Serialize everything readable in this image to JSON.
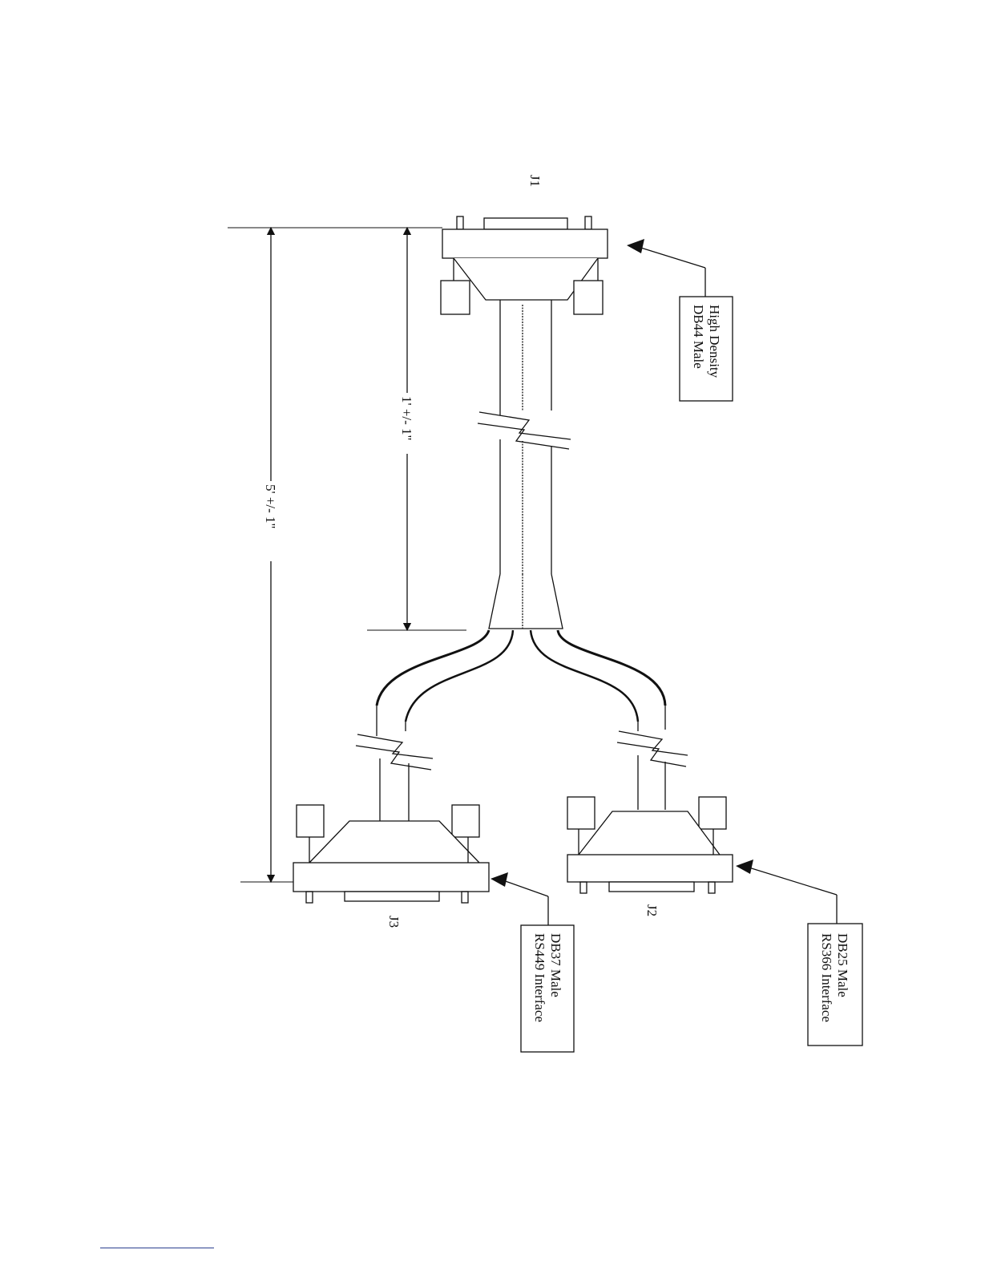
{
  "connectors": {
    "j1": {
      "ref": "J1",
      "callout_line1": "High Density",
      "callout_line2": "DB44 Male"
    },
    "j2": {
      "ref": "J2",
      "callout_line1": "DB25 Male",
      "callout_line2": "RS366 Interface"
    },
    "j3": {
      "ref": "J3",
      "callout_line1": "DB37 Male",
      "callout_line2": "RS449 Interface"
    }
  },
  "dimensions": {
    "overall": "5' +/- 1\"",
    "trunk": "1' +/- 1\""
  },
  "colors": {
    "line": "#111111",
    "footnote_rule": "#2b3f8f"
  }
}
